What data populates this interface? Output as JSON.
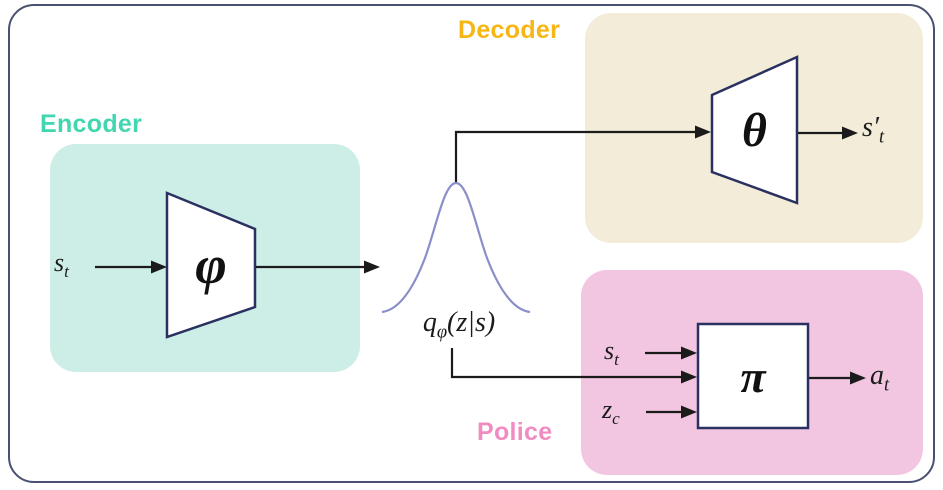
{
  "regions": {
    "encoder": {
      "label": "Encoder"
    },
    "decoder": {
      "label": "Decoder"
    },
    "policy": {
      "label": "Police"
    }
  },
  "symbols": {
    "encoder": "φ",
    "decoder": "θ",
    "policy": "π"
  },
  "labels": {
    "encoder_input": {
      "base": "s",
      "sub": "t"
    },
    "latent_distribution": {
      "base": "q",
      "sub": "φ",
      "tail": "(z|s)"
    },
    "decoder_output": {
      "base": "s′",
      "sub": "t"
    },
    "policy_state_input": {
      "base": "s",
      "sub": "t"
    },
    "policy_latent_input": {
      "base": "z",
      "sub": "c"
    },
    "policy_output": {
      "base": "a",
      "sub": "t"
    }
  },
  "colors": {
    "encoder_fill": "#cdeee6",
    "encoder_label": "#42d6b0",
    "decoder_fill": "#f2ecd9",
    "decoder_label": "#f7b614",
    "policy_fill": "#f2c6e0",
    "policy_label": "#f18cc3",
    "outer_border": "#4a5170",
    "shape_outline": "#2a3160",
    "arrow": "#1b1b1b",
    "gaussian_curve": "#8a8fc8"
  }
}
